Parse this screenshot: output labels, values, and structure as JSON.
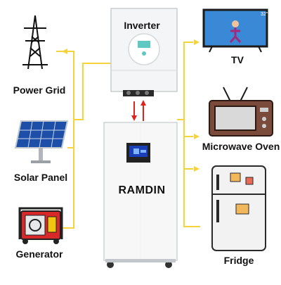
{
  "sources": [
    {
      "label": "Power Grid",
      "icon": "power-tower-icon"
    },
    {
      "label": "Solar Panel",
      "icon": "solar-panel-icon"
    },
    {
      "label": "Generator",
      "icon": "generator-icon"
    }
  ],
  "inverter": {
    "label": "Inverter",
    "icon": "inverter-icon"
  },
  "battery": {
    "brand": "RAMDIN",
    "icon": "battery-cabinet-icon"
  },
  "loads": [
    {
      "label": "TV",
      "icon": "tv-icon",
      "screen_badge": "32\""
    },
    {
      "label": "Microwave Oven",
      "icon": "microwave-icon"
    },
    {
      "label": "Fridge",
      "icon": "fridge-icon"
    }
  ],
  "colors": {
    "wire": "#f5d33a",
    "flow_arrow": "#e0221c",
    "frame": "#222222",
    "screen": "#1a3fb8",
    "panel_cell": "#1d4fa8",
    "generator_red": "#d8282a"
  }
}
